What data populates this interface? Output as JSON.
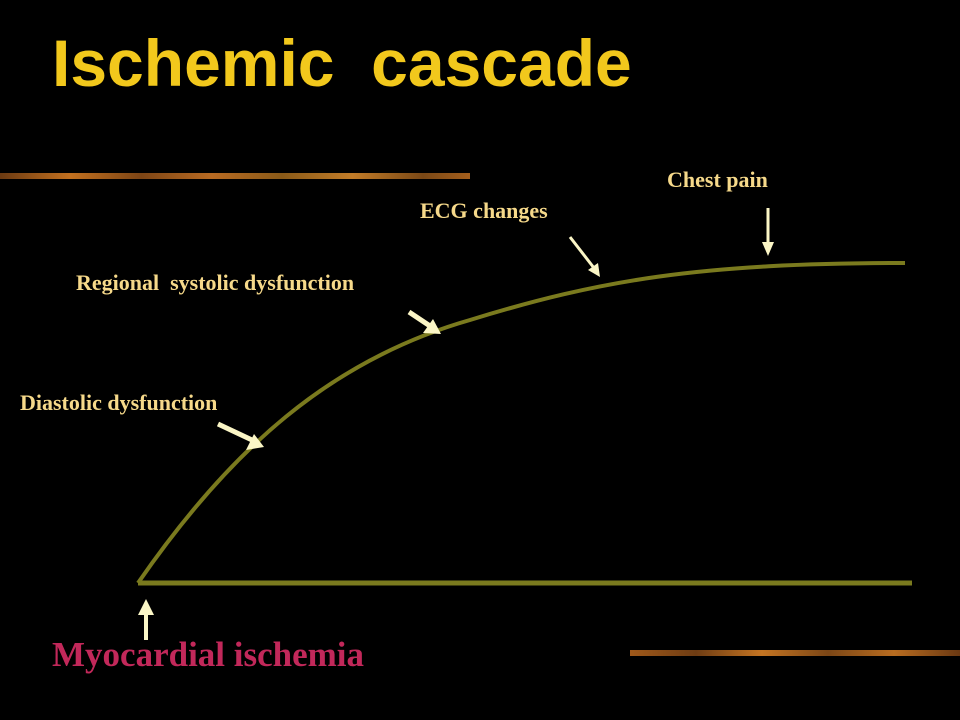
{
  "title": "Ischemic  cascade",
  "colors": {
    "background": "#000000",
    "title": "#f2c81c",
    "labels": "#f6d98a",
    "curve": "#7a7a1e",
    "arrows": "#fbf6c6",
    "baseline_label": "#c2285a",
    "divider_bar": "#b0601c"
  },
  "stages": [
    {
      "label": "Diastolic dysfunction"
    },
    {
      "label": "Regional  systolic dysfunction"
    },
    {
      "label": "ECG changes"
    },
    {
      "label": "Chest pain"
    }
  ],
  "baseline_label": "Myocardial ischemia"
}
